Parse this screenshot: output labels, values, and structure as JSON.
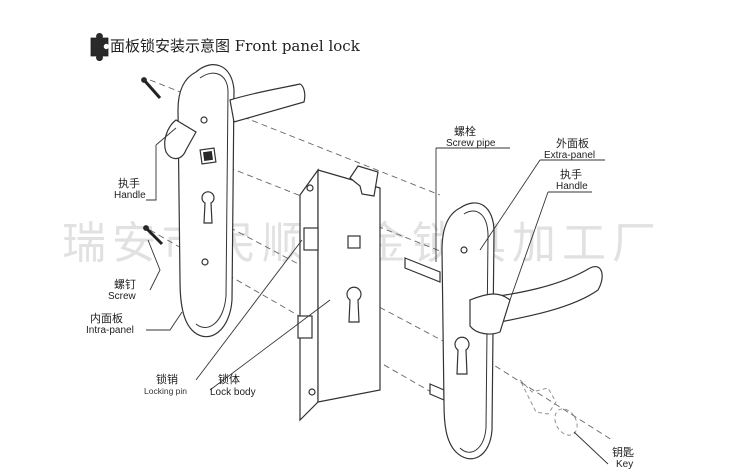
{
  "header": {
    "title": "面板锁安装示意图 Front panel lock",
    "icon": "puzzle-icon"
  },
  "watermark": {
    "text": "瑞安市民顺五金锁具加工厂"
  },
  "labels": {
    "handle_left": {
      "cn": "执手",
      "en": "Handle"
    },
    "screw": {
      "cn": "螺钉",
      "en": "Screw"
    },
    "intra_panel": {
      "cn": "内面板",
      "en": "Intra-panel"
    },
    "locking_pin": {
      "cn": "锁销",
      "en": "Locking pin"
    },
    "lock_body": {
      "cn": "锁体",
      "en": "Lock body"
    },
    "screw_pipe": {
      "cn": "螺栓",
      "en": "Screw pipe"
    },
    "extra_panel": {
      "cn": "外面板",
      "en": "Extra-panel"
    },
    "handle_right": {
      "cn": "执手",
      "en": "Handle"
    },
    "key": {
      "cn": "钥匙",
      "en": "Key"
    }
  },
  "colors": {
    "line": "#333333",
    "watermark": "#c9c9c9",
    "background": "#ffffff"
  }
}
